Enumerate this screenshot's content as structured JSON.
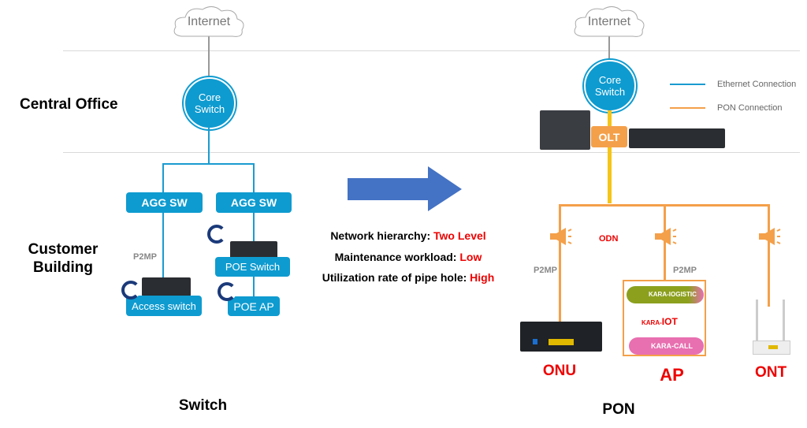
{
  "sections": {
    "central_office": "Central Office",
    "customer_building": "Customer Building"
  },
  "switch_side": {
    "internet": "Internet",
    "core": "Core Switch",
    "agg1": "AGG SW",
    "agg2": "AGG SW",
    "p2mp": "P2MP",
    "access": "Access switch",
    "poe_switch": "POE Switch",
    "poe_ap": "POE AP",
    "title": "Switch"
  },
  "comparison": [
    {
      "label": "Network hierarchy: ",
      "value": "Two Level"
    },
    {
      "label": "Maintenance workload: ",
      "value": "Low"
    },
    {
      "label": "Utilization rate of pipe hole: ",
      "value": "High"
    }
  ],
  "pon_side": {
    "internet": "Internet",
    "core": "Core Switch",
    "olt": "OLT",
    "odn": "ODN",
    "p2mp1": "P2MP",
    "p2mp2": "P2MP",
    "onu": "ONU",
    "ap": "AP",
    "ont": "ONT",
    "title": "PON",
    "logos": {
      "logistic": "KARA-IOGISTIC",
      "iot_prefix": "KARA-",
      "iot": "IOT",
      "call": "KARA-CALL"
    }
  },
  "legend": [
    {
      "label": "Ethernet Connection",
      "color": "#1a9bd1"
    },
    {
      "label": "PON Connection",
      "color": "#f4a04a"
    }
  ],
  "colors": {
    "ethernet": "#1a9bd1",
    "pon": "#f4a04a",
    "olt_trunk": "#f5c518",
    "arrow": "#4472c4",
    "highlight": "#e00000"
  }
}
